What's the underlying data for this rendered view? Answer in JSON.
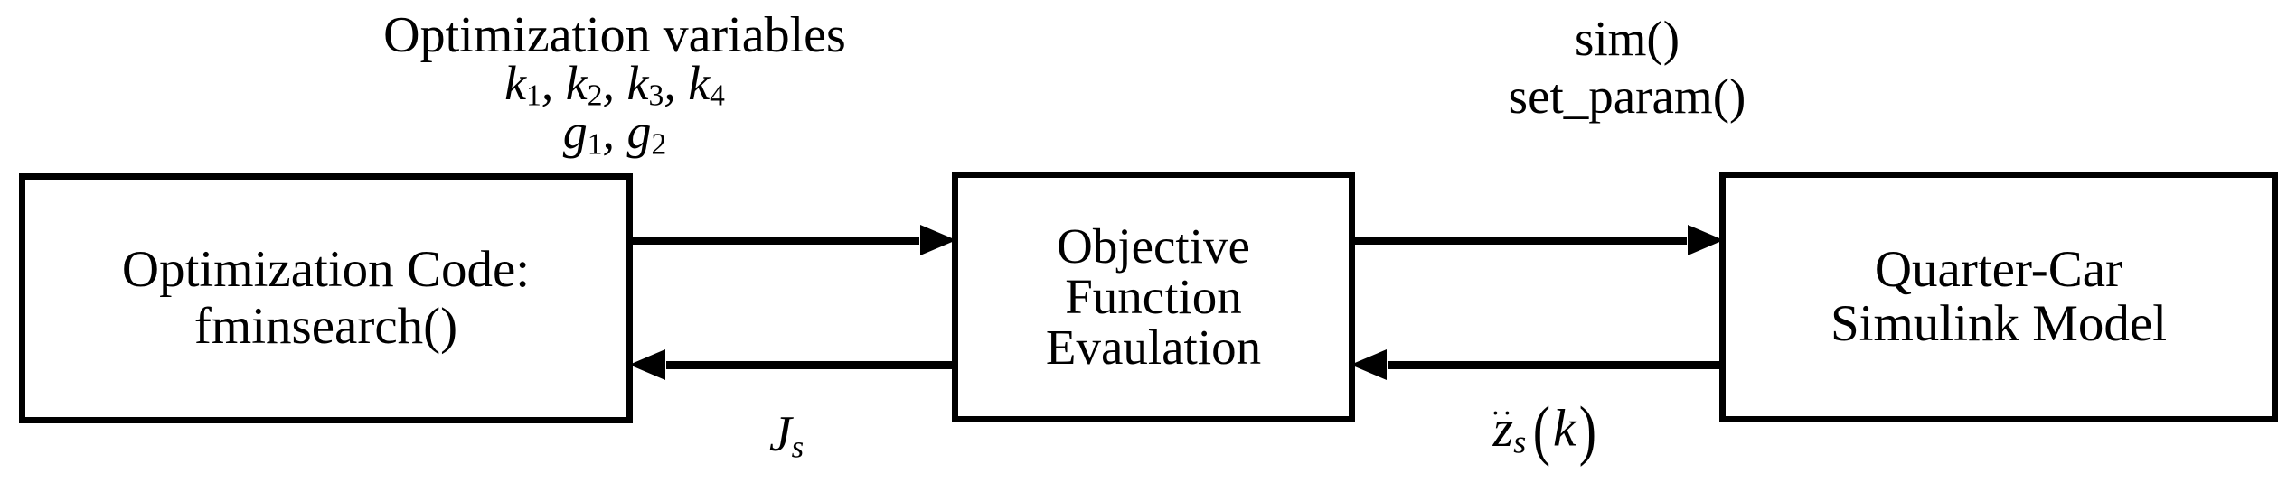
{
  "diagram": {
    "title": "Optimization loop block diagram",
    "stroke_color": "#000000",
    "background_color": "#ffffff",
    "boxes": [
      {
        "id": "optimization-code",
        "lines": [
          "Optimization Code:",
          "fminsearch()"
        ]
      },
      {
        "id": "objective-function",
        "lines": [
          "Objective",
          "Function",
          "Evaulation"
        ]
      },
      {
        "id": "quarter-car-model",
        "lines": [
          "Quarter-Car",
          "Simulink Model"
        ]
      }
    ],
    "labels": {
      "optimization_variables_title": "Optimization variables",
      "k_variables": "k1, k2, k3, k4",
      "g_variables": "g1, g2",
      "sim_call": "sim()",
      "set_param_call": "set_param()",
      "cost_signal": "Js",
      "acceleration_signal": "z̈s(k)"
    },
    "connectors": [
      {
        "id": "optimization-to-objective",
        "direction": "right"
      },
      {
        "id": "objective-to-plant",
        "direction": "right"
      },
      {
        "id": "objective-to-optimization",
        "direction": "left"
      },
      {
        "id": "plant-to-objective",
        "direction": "left"
      }
    ]
  }
}
